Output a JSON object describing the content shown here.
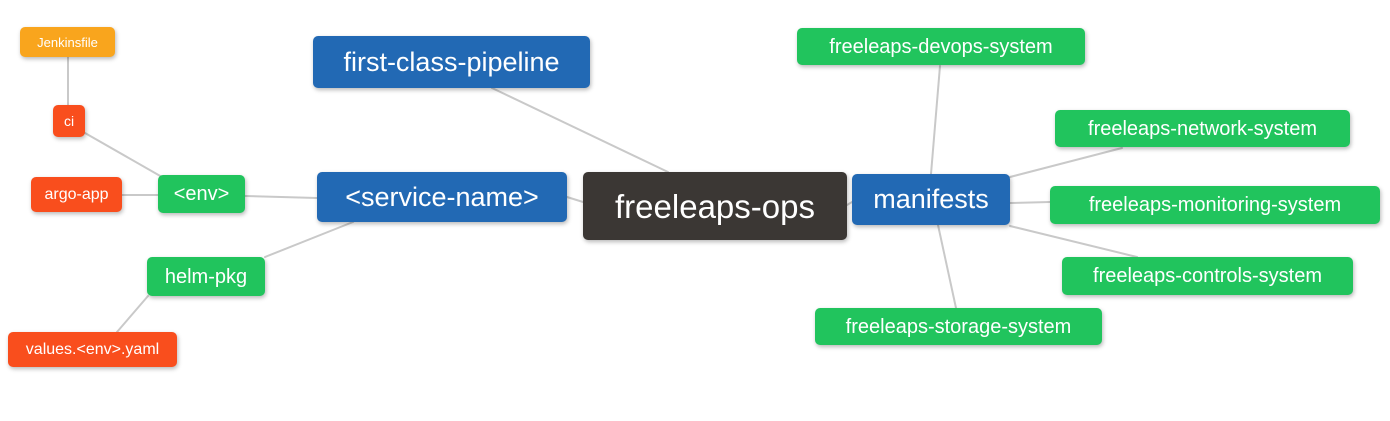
{
  "diagram": {
    "type": "mindmap",
    "root": "freeleaps-ops"
  },
  "palette": {
    "blue": "#2269B4",
    "green": "#21C45D",
    "red": "#F94E1D",
    "orange": "#F9A51D",
    "dark": "#3B3734",
    "edge": "#C9C9C9",
    "text": "#FFFFFF",
    "background": "#FFFFFF"
  },
  "nodes": [
    {
      "id": "jenkinsfile",
      "label": "Jenkinsfile",
      "color": "orange"
    },
    {
      "id": "ci",
      "label": "ci",
      "color": "red"
    },
    {
      "id": "argo-app",
      "label": "argo-app",
      "color": "red"
    },
    {
      "id": "env",
      "label": "<env>",
      "color": "green"
    },
    {
      "id": "helm-pkg",
      "label": "helm-pkg",
      "color": "green"
    },
    {
      "id": "values-env-yaml",
      "label": "values.<env>.yaml",
      "color": "red"
    },
    {
      "id": "first-class-pipeline",
      "label": "first-class-pipeline",
      "color": "blue"
    },
    {
      "id": "service-name",
      "label": "<service-name>",
      "color": "blue"
    },
    {
      "id": "freeleaps-ops",
      "label": "freeleaps-ops",
      "color": "dark"
    },
    {
      "id": "manifests",
      "label": "manifests",
      "color": "blue"
    },
    {
      "id": "devops-system",
      "label": "freeleaps-devops-system",
      "color": "green"
    },
    {
      "id": "network-system",
      "label": "freeleaps-network-system",
      "color": "green"
    },
    {
      "id": "monitoring-system",
      "label": "freeleaps-monitoring-system",
      "color": "green"
    },
    {
      "id": "controls-system",
      "label": "freeleaps-controls-system",
      "color": "green"
    },
    {
      "id": "storage-system",
      "label": "freeleaps-storage-system",
      "color": "green"
    }
  ],
  "edges": [
    {
      "from": "Jenkinsfile",
      "to": "ci"
    },
    {
      "from": "ci",
      "to": "<env>"
    },
    {
      "from": "argo-app",
      "to": "<env>"
    },
    {
      "from": "<env>",
      "to": "<service-name>"
    },
    {
      "from": "<service-name>",
      "to": "helm-pkg"
    },
    {
      "from": "helm-pkg",
      "to": "values.<env>.yaml"
    },
    {
      "from": "first-class-pipeline",
      "to": "freeleaps-ops"
    },
    {
      "from": "<service-name>",
      "to": "freeleaps-ops"
    },
    {
      "from": "freeleaps-ops",
      "to": "manifests"
    },
    {
      "from": "manifests",
      "to": "freeleaps-devops-system"
    },
    {
      "from": "manifests",
      "to": "freeleaps-network-system"
    },
    {
      "from": "manifests",
      "to": "freeleaps-monitoring-system"
    },
    {
      "from": "manifests",
      "to": "freeleaps-controls-system"
    },
    {
      "from": "manifests",
      "to": "freeleaps-storage-system"
    }
  ]
}
